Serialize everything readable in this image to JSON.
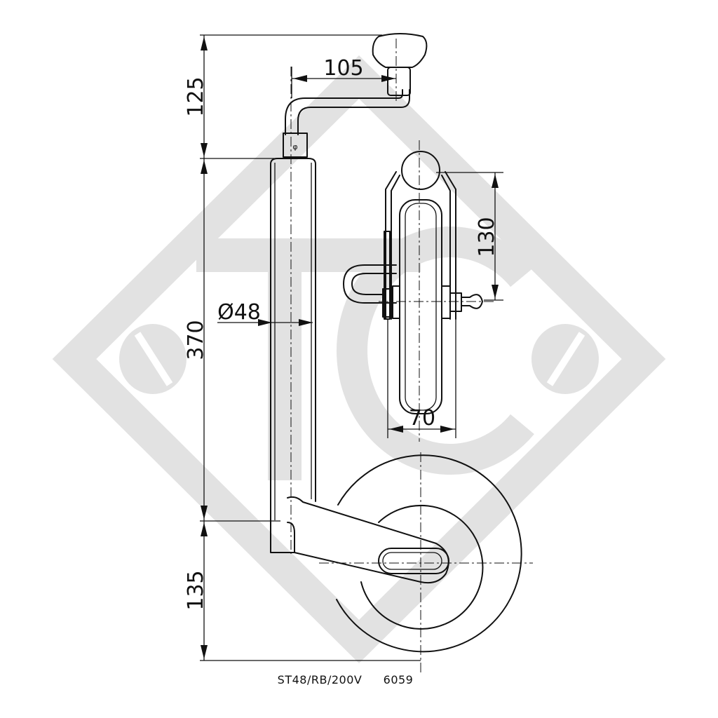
{
  "watermark": {
    "letters": "TC"
  },
  "dimensions": {
    "handle_height": "125",
    "crank_reach": "105",
    "tube_length": "370",
    "tube_diameter": "Ø48",
    "clamp_height": "130",
    "wheel_width": "70",
    "wheel_height": "135"
  },
  "tube_marker": "φ",
  "caption": {
    "model": "ST48/RB/200V",
    "number": "6059"
  }
}
